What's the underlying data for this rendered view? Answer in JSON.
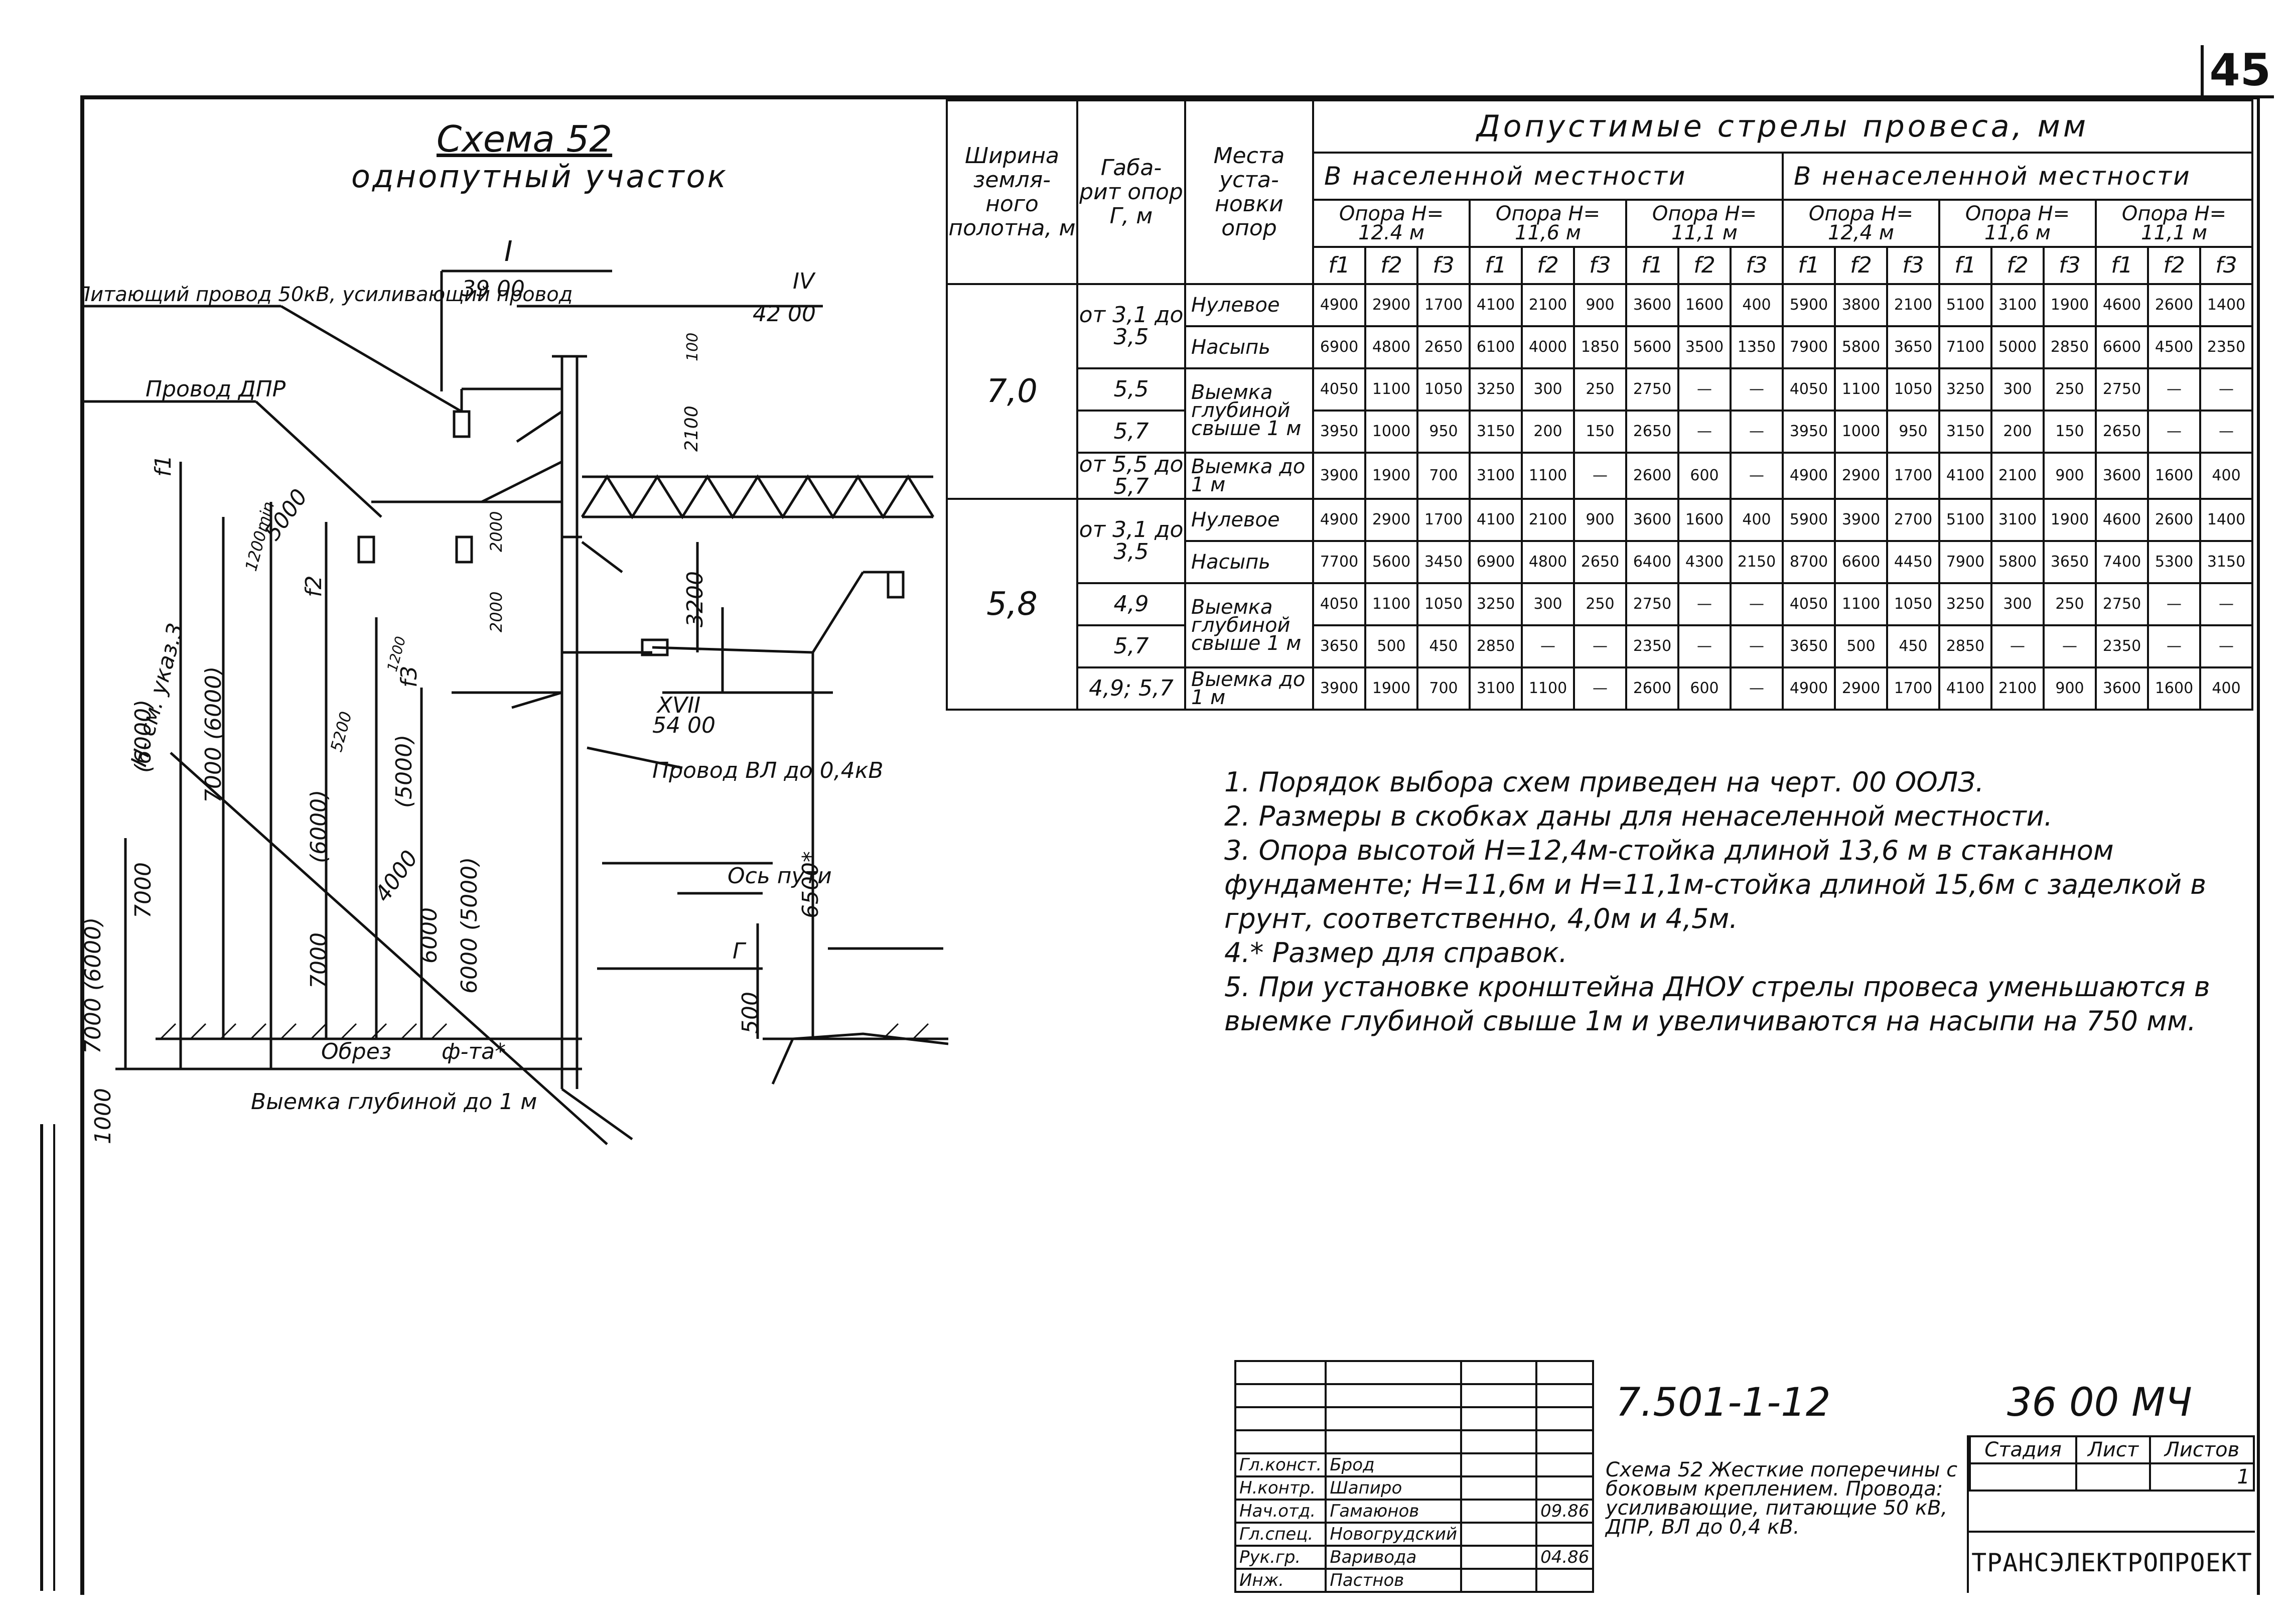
{
  "sheet_number": "45",
  "scheme": {
    "title": "Схема 52",
    "subtitle": "однопутный участок"
  },
  "drawing_labels": {
    "feeder_wire": "Питающий провод 50кВ, усиливающий провод",
    "dpr_wire": "Провод ДПР",
    "vl_wire": "Провод ВЛ до 0,4кВ",
    "track_axis": "Ось пути",
    "cut_depth": "Выемка глубиной до 1 м",
    "slope": "Обрез",
    "foundation": "ф-та*",
    "dim_I": "I",
    "dim_3900": "39 00",
    "dim_IV": "IV",
    "dim_4200": "42 00",
    "dim_XVII": "XVII",
    "dim_5400": "54 00",
    "dim_H": "H- см. указ.3",
    "dim_f1": "f1",
    "dim_f2": "f2",
    "dim_f3": "f3",
    "dim_G": "Г",
    "dim_100": "100",
    "dim_2100": "2100",
    "dim_2000a": "2000",
    "dim_2000b": "2000",
    "dim_3200": "3200",
    "dim_5000": "5000",
    "dim_1200min": "1200min",
    "dim_1200": "1200",
    "dim_5200": "5200",
    "dim_6500": "6500*",
    "dim_500": "500",
    "dim_1000": "1000",
    "dim_4000": "4000",
    "dim_6000": "6000",
    "dim_7000_6000_a": "7000 (6000)",
    "dim_7000_6000_b": "7000 (6000)",
    "dim_6000_paren": "(6000)",
    "dim_7000": "7000",
    "dim_5000_paren": "(5000)",
    "dim_6000_5000": "6000 (5000)",
    "dim_7000b": "7000",
    "dim_6000b": "(6000)"
  },
  "table": {
    "header_main": "Допустимые стрелы провеса, мм",
    "col_width": "Ширина земля- ного полотна, м",
    "col_gabarit": "Габа- рит опор Г, м",
    "col_place": "Места уста- новки опор",
    "populated": "В населенной местности",
    "unpopulated": "В ненаселенной местности",
    "supports": [
      "Опора H= 12.4 м",
      "Опора H= 11,6 м",
      "Опора H= 11,1 м",
      "Опора H= 12,4 м",
      "Опора H= 11,6 м",
      "Опора H= 11,1 м"
    ],
    "f_labels": [
      "f1",
      "f2",
      "f3",
      "f1",
      "f2",
      "f3",
      "f1",
      "f2",
      "f3",
      "f1",
      "f2",
      "f3",
      "f1",
      "f2",
      "f3",
      "f1",
      "f2",
      "f3"
    ],
    "groups": [
      {
        "width": "7,0",
        "rows": [
          {
            "gab": "от 3,1 до 3,5",
            "place": "Нулевое",
            "vals": [
              "4900",
              "2900",
              "1700",
              "4100",
              "2100",
              "900",
              "3600",
              "1600",
              "400",
              "5900",
              "3800",
              "2100",
              "5100",
              "3100",
              "1900",
              "4600",
              "2600",
              "1400"
            ]
          },
          {
            "gab": "",
            "place": "Насыпь",
            "vals": [
              "6900",
              "4800",
              "2650",
              "6100",
              "4000",
              "1850",
              "5600",
              "3500",
              "1350",
              "7900",
              "5800",
              "3650",
              "7100",
              "5000",
              "2850",
              "6600",
              "4500",
              "2350"
            ]
          },
          {
            "gab": "5,5",
            "place": "Выемка глубиной свыше 1 м",
            "vals": [
              "4050",
              "1100",
              "1050",
              "3250",
              "300",
              "250",
              "2750",
              "—",
              "—",
              "4050",
              "1100",
              "1050",
              "3250",
              "300",
              "250",
              "2750",
              "—",
              "—"
            ]
          },
          {
            "gab": "5,7",
            "place": "",
            "vals": [
              "3950",
              "1000",
              "950",
              "3150",
              "200",
              "150",
              "2650",
              "—",
              "—",
              "3950",
              "1000",
              "950",
              "3150",
              "200",
              "150",
              "2650",
              "—",
              "—"
            ]
          },
          {
            "gab": "от 5,5 до 5,7",
            "place": "Выемка до 1 м",
            "vals": [
              "3900",
              "1900",
              "700",
              "3100",
              "1100",
              "—",
              "2600",
              "600",
              "—",
              "4900",
              "2900",
              "1700",
              "4100",
              "2100",
              "900",
              "3600",
              "1600",
              "400"
            ]
          }
        ]
      },
      {
        "width": "5,8",
        "rows": [
          {
            "gab": "от 3,1 до 3,5",
            "place": "Нулевое",
            "vals": [
              "4900",
              "2900",
              "1700",
              "4100",
              "2100",
              "900",
              "3600",
              "1600",
              "400",
              "5900",
              "3900",
              "2700",
              "5100",
              "3100",
              "1900",
              "4600",
              "2600",
              "1400"
            ]
          },
          {
            "gab": "",
            "place": "Насыпь",
            "vals": [
              "7700",
              "5600",
              "3450",
              "6900",
              "4800",
              "2650",
              "6400",
              "4300",
              "2150",
              "8700",
              "6600",
              "4450",
              "7900",
              "5800",
              "3650",
              "7400",
              "5300",
              "3150"
            ]
          },
          {
            "gab": "4,9",
            "place": "Выемка глубиной свыше 1 м",
            "vals": [
              "4050",
              "1100",
              "1050",
              "3250",
              "300",
              "250",
              "2750",
              "—",
              "—",
              "4050",
              "1100",
              "1050",
              "3250",
              "300",
              "250",
              "2750",
              "—",
              "—"
            ]
          },
          {
            "gab": "5,7",
            "place": "",
            "vals": [
              "3650",
              "500",
              "450",
              "2850",
              "—",
              "—",
              "2350",
              "—",
              "—",
              "3650",
              "500",
              "450",
              "2850",
              "—",
              "—",
              "2350",
              "—",
              "—"
            ]
          },
          {
            "gab": "4,9; 5,7",
            "place": "Выемка до 1 м",
            "vals": [
              "3900",
              "1900",
              "700",
              "3100",
              "1100",
              "—",
              "2600",
              "600",
              "—",
              "4900",
              "2900",
              "1700",
              "4100",
              "2100",
              "900",
              "3600",
              "1600",
              "400"
            ]
          }
        ]
      }
    ]
  },
  "notes": [
    "1. Порядок выбора схем приведен на черт. 00 ООЛЗ.",
    "2. Размеры в скобках даны для ненаселенной местности.",
    "3. Опора высотой H=12,4м-стойка длиной 13,6 м в стаканном фундаменте; H=11,6м и H=11,1м-стойка длиной 15,6м с заделкой в грунт, соответственно, 4,0м и 4,5м.",
    "4.* Размер для справок.",
    "5. При установке кронштейна ДНОУ стрелы провеса уменьшаются в выемке глубиной свыше 1м и увеличиваются на насыпи на 750 мм."
  ],
  "stamp": {
    "doc_code": "7.501-1-12",
    "sheet_code": "36 00 МЧ",
    "roles": [
      {
        "role": "Гл.конст.",
        "name": "Брод",
        "date": ""
      },
      {
        "role": "Н.контр.",
        "name": "Шапиро",
        "date": ""
      },
      {
        "role": "Нач.отд.",
        "name": "Гамаюнов",
        "date": "09.86"
      },
      {
        "role": "Гл.спец.",
        "name": "Новогрудский",
        "date": ""
      },
      {
        "role": "Рук.гр.",
        "name": "Варивода",
        "date": "04.86"
      },
      {
        "role": "Инж.",
        "name": "Пастнов",
        "date": ""
      }
    ],
    "description": "Схема 52 Жесткие поперечины с боковым креплением. Провода: усиливающие, питающие 50 кВ, ДПР, ВЛ до 0,4 кВ.",
    "stage_label": "Стадия",
    "sheet_label": "Лист",
    "sheets_label": "Листов",
    "sheets_value": "1",
    "organization": "ТРАНСЭЛЕКТРОПРОЕКТ"
  }
}
